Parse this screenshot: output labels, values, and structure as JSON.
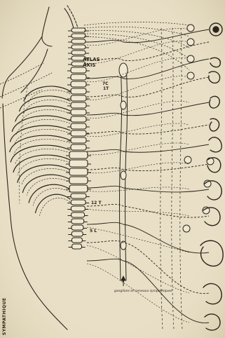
{
  "diagram": {
    "labels": {
      "atlas": "ATLAS",
      "axis": "AXIS",
      "c7": "7C",
      "t1": "1T",
      "l1": "12 T",
      "s1": "5 L",
      "chain_note": "ganglions et rameaux sympathiques",
      "side_text": "SYMPATHIQUE"
    },
    "palette": {
      "paper": "#e8dfc6",
      "ink": "#2a241b"
    }
  }
}
